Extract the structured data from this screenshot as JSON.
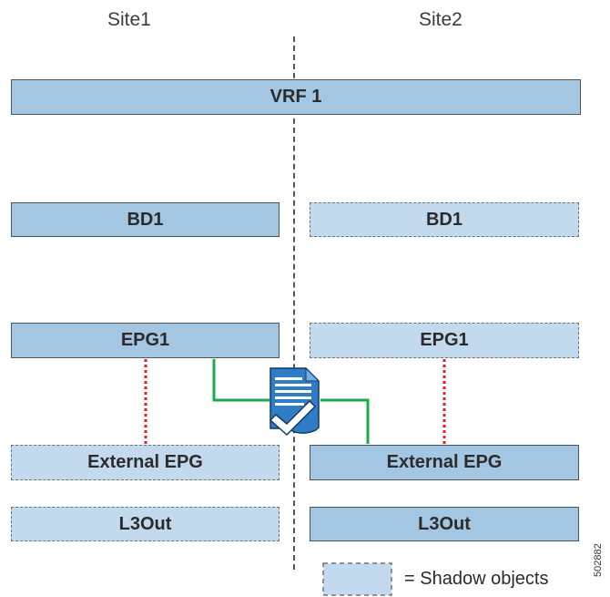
{
  "sites": {
    "site1": "Site1",
    "site2": "Site2"
  },
  "objects": {
    "vrf": "VRF 1",
    "bd_site1": "BD1",
    "bd_site2": "BD1",
    "epg_site1": "EPG1",
    "epg_site2": "EPG1",
    "ext_epg_site1": "External EPG",
    "ext_epg_site2": "External EPG",
    "l3out_site1": "L3Out",
    "l3out_site2": "L3Out"
  },
  "legend": {
    "shadow_label": "= Shadow objects"
  },
  "figure_number": "502882",
  "colors": {
    "object_fill": "#a3c7e3",
    "shadow_fill": "#c3daee",
    "contract_line": "#1aab4a",
    "relation_line": "#e0232a"
  },
  "icons": {
    "contract": "contract-document-check-icon"
  }
}
